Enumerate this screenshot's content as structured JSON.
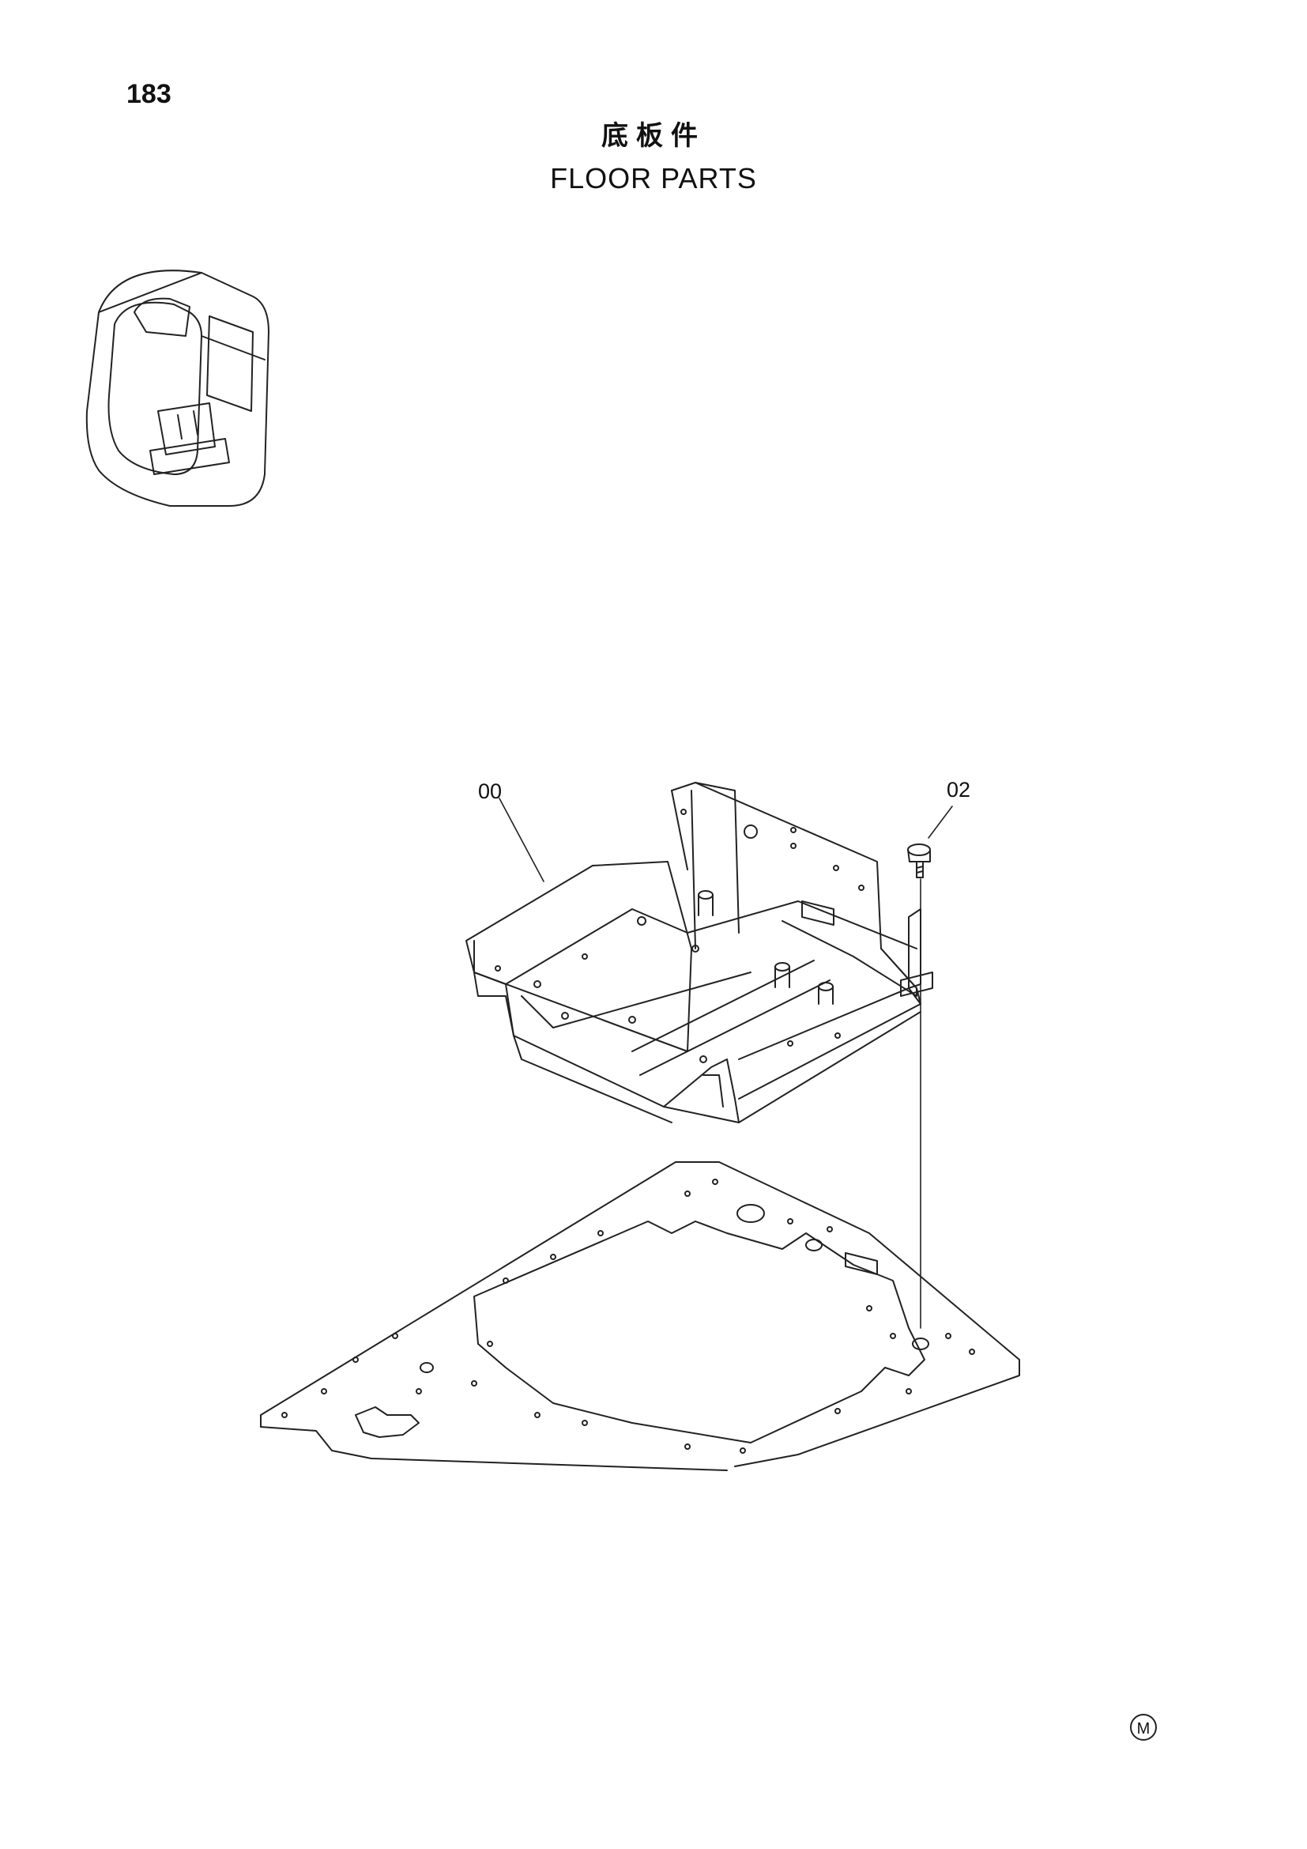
{
  "page": {
    "number": "183"
  },
  "title": {
    "cn": "底板件",
    "en": "FLOOR PARTS"
  },
  "callouts": [
    {
      "id": "00",
      "label": "00"
    },
    {
      "id": "02",
      "label": "02"
    }
  ],
  "corner_mark": "M",
  "colors": {
    "line": "#222222",
    "background": "#ffffff"
  },
  "icons": [
    "cab-thumbnail",
    "floor-bracket",
    "bolt",
    "floor-plate"
  ]
}
